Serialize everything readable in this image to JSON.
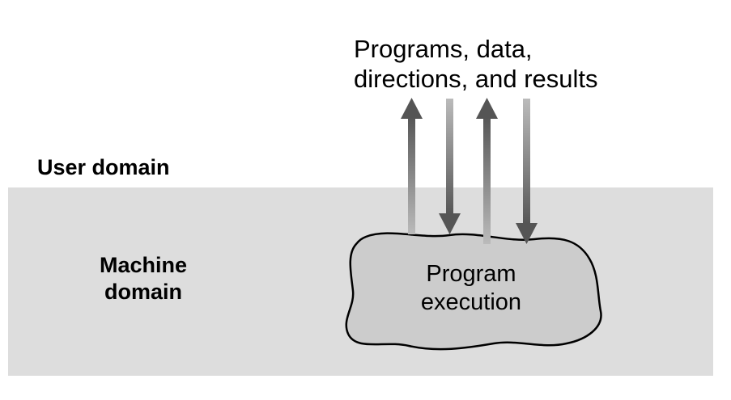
{
  "diagram": {
    "user_domain_label": "User domain",
    "machine_domain_label": [
      "Machine",
      "domain"
    ],
    "flow_label": [
      "Programs, data,",
      "directions, and results"
    ],
    "process_label": [
      "Program",
      "execution"
    ],
    "colors": {
      "machine_band": "#dddddd",
      "blob_fill": "#cccccc",
      "arrow_dark": "#555555",
      "arrow_light": "#bbbbbb"
    },
    "arrows": [
      {
        "direction": "up"
      },
      {
        "direction": "down"
      },
      {
        "direction": "up"
      },
      {
        "direction": "down"
      }
    ]
  }
}
